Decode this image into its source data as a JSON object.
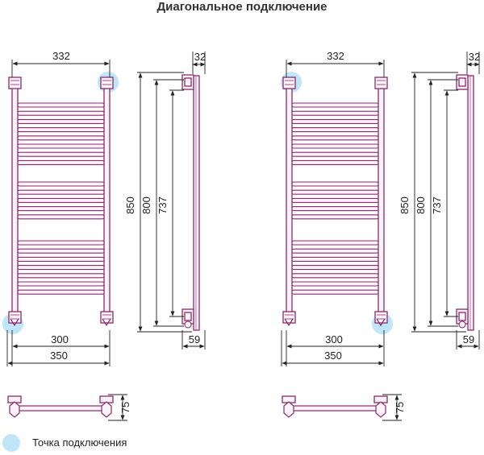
{
  "title": "Диагональное подключение",
  "legend": {
    "label": "Точка подключения",
    "marker_color": "#bfe6f8"
  },
  "colors": {
    "frame": "#8c2a6b",
    "frame_light": "#e9c6de",
    "dimension": "#222222",
    "connection": "#bfe6f8"
  },
  "diagrams": [
    {
      "connections": [
        "top-right",
        "bottom-left"
      ],
      "dims": {
        "top_width": "332",
        "side_depth": "32",
        "h_total": "850",
        "h_mid": "800",
        "h_axis": "737",
        "axis_width": "300",
        "total_width": "350",
        "bottom_depth": "59",
        "mount_depth": "75"
      }
    },
    {
      "connections": [
        "top-left",
        "bottom-right"
      ],
      "dims": {
        "top_width": "332",
        "side_depth": "32",
        "h_total": "850",
        "h_mid": "800",
        "h_axis": "737",
        "axis_width": "300",
        "total_width": "350",
        "bottom_depth": "59",
        "mount_depth": "75"
      }
    }
  ]
}
